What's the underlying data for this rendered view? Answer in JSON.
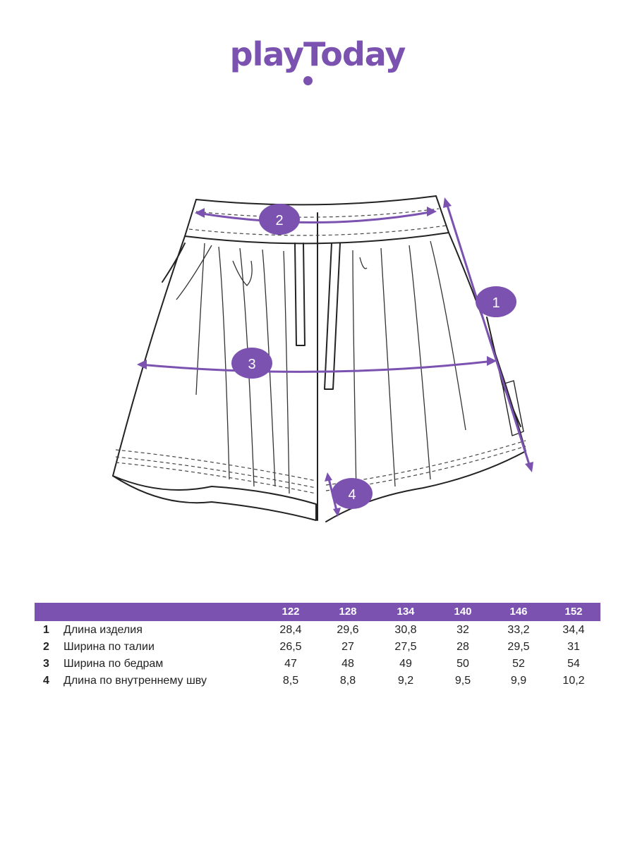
{
  "brand": {
    "name": "playToday",
    "accent": "#7b52b0"
  },
  "markers": [
    "1",
    "2",
    "3",
    "4"
  ],
  "table": {
    "sizes": [
      "122",
      "128",
      "134",
      "140",
      "146",
      "152"
    ],
    "rows": [
      {
        "num": "1",
        "label": "Длина изделия",
        "values": [
          "28,4",
          "29,6",
          "30,8",
          "32",
          "33,2",
          "34,4"
        ]
      },
      {
        "num": "2",
        "label": "Ширина по талии",
        "values": [
          "26,5",
          "27",
          "27,5",
          "28",
          "29,5",
          "31"
        ]
      },
      {
        "num": "3",
        "label": "Ширина по бедрам",
        "values": [
          "47",
          "48",
          "49",
          "50",
          "52",
          "54"
        ]
      },
      {
        "num": "4",
        "label": "Длина по внутреннему шву",
        "values": [
          "8,5",
          "8,8",
          "9,2",
          "9,5",
          "9,9",
          "10,2"
        ]
      }
    ]
  }
}
